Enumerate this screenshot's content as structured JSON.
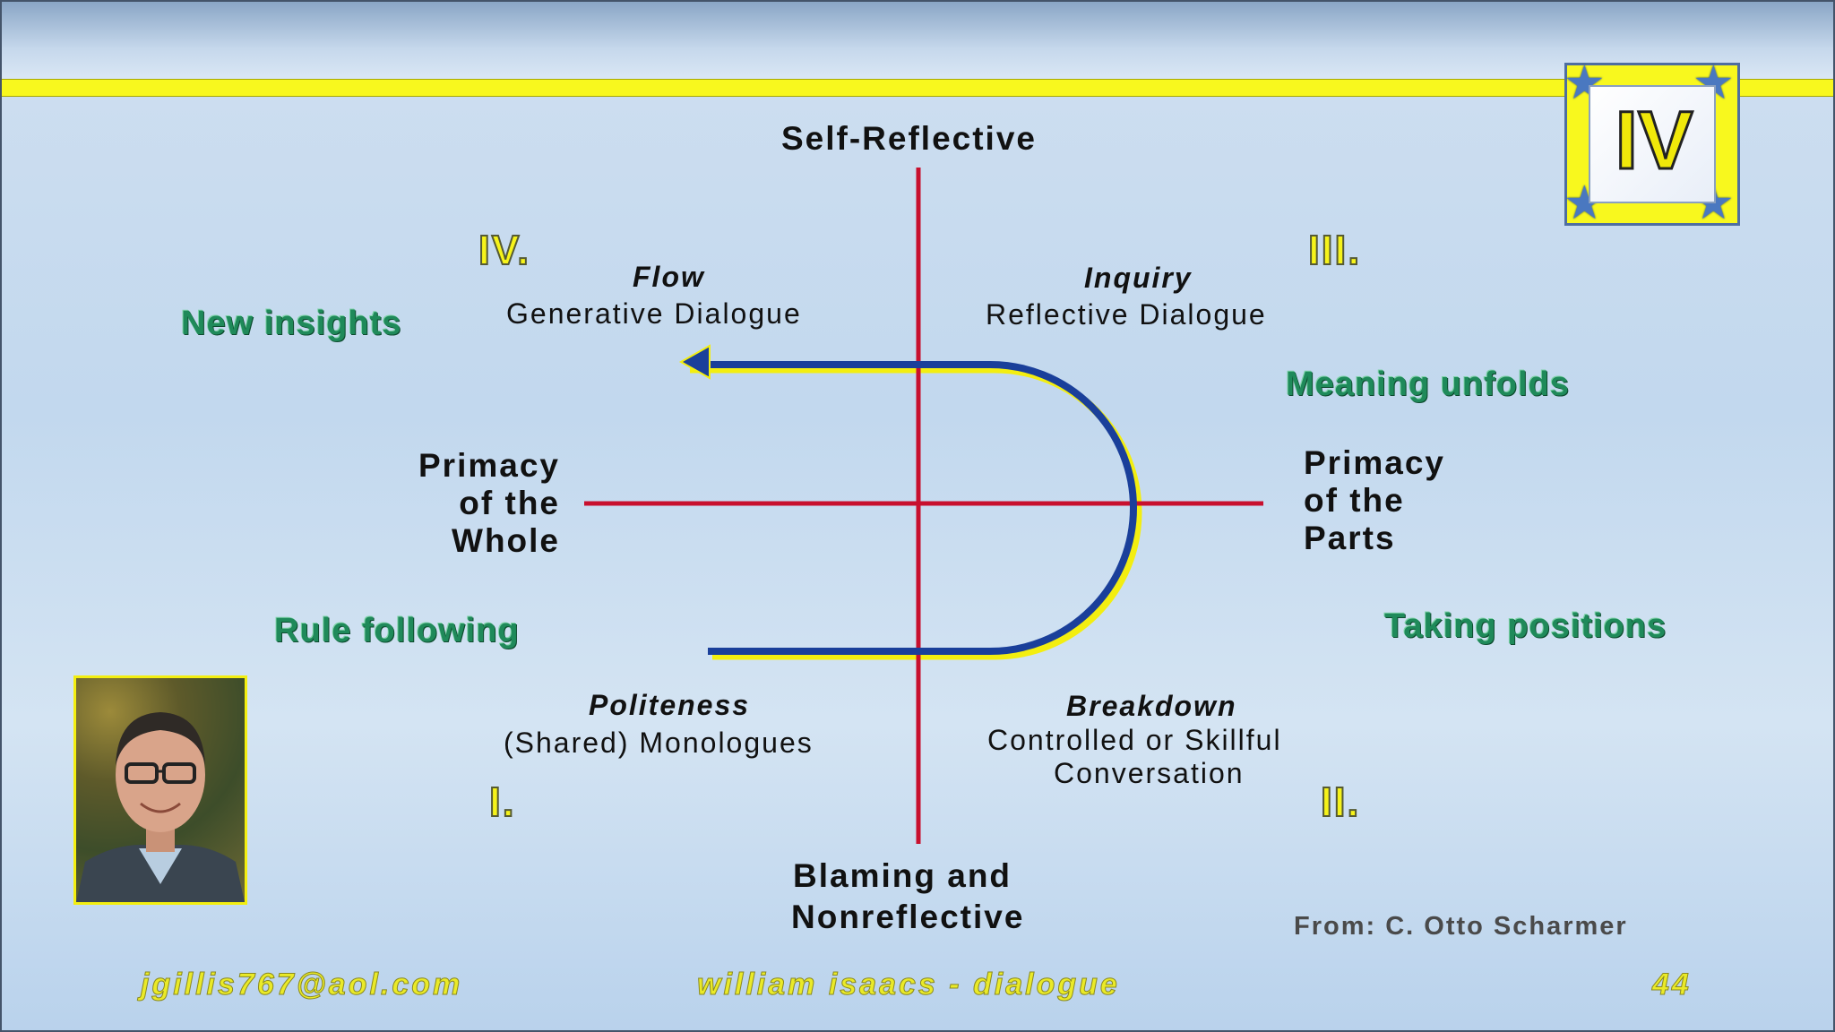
{
  "badge": {
    "numeral": "IV"
  },
  "axis": {
    "top": "Self-Reflective",
    "bottom_line1": "Blaming and",
    "bottom_line2": "Nonreflective",
    "left_line1": "Primacy",
    "left_line2": "of the",
    "left_line3": "Whole",
    "right_line1": "Primacy",
    "right_line2": "of the",
    "right_line3": "Parts"
  },
  "quadrants": {
    "iv": {
      "numeral": "IV.",
      "title": "Flow",
      "subtitle": "Generative Dialogue"
    },
    "iii": {
      "numeral": "III.",
      "title": "Inquiry",
      "subtitle": "Reflective Dialogue"
    },
    "i": {
      "numeral": "I.",
      "title": "Politeness",
      "subtitle": "(Shared) Monologues"
    },
    "ii": {
      "numeral": "II.",
      "title": "Breakdown",
      "subtitle_line1": "Controlled or Skillful",
      "subtitle_line2": "Conversation"
    }
  },
  "phrases": {
    "new_insights": "New insights",
    "meaning_unfolds": "Meaning unfolds",
    "rule_following": "Rule following",
    "taking_positions": "Taking positions"
  },
  "credit": "From: C. Otto Scharmer",
  "footer": {
    "email": "jgillis767@aol.com",
    "center": "william isaacs - dialogue",
    "page": "44"
  },
  "colors": {
    "axis_line": "#c8102e",
    "path_line": "#1a3f9a",
    "path_highlight": "#f3ee10",
    "phrase_green": "#1f8a5a",
    "numeral_yellow": "#f6f31a"
  }
}
